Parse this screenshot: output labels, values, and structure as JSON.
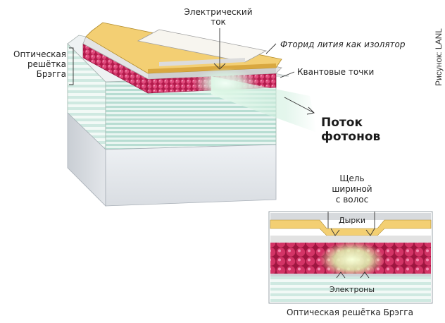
{
  "labels": {
    "electric_current": [
      "Электрический",
      "ток"
    ],
    "lithium_fluoride": "Фторид лития как изолятор",
    "bragg_grating": [
      "Оптическая",
      "решётка",
      "Брэгга"
    ],
    "quantum_dots": "Квантовые точки",
    "photon_stream": [
      "Поток",
      "фотонов"
    ]
  },
  "credit": "Рисунок: LANL",
  "inset": {
    "gap": [
      "Щель",
      "шириной",
      "с волос"
    ],
    "holes": "Дырки",
    "electrons": "Электроны",
    "caption": "Оптическая решётка Брэгга"
  },
  "colors": {
    "gold_contact": "#f3cf73",
    "insulator": "#dcdcdc",
    "quantum_dot": "#c8245a",
    "grating_green": "#b9e0d6",
    "substrate": "#e6e9ec",
    "photon_glow": "#d9f5e6"
  }
}
